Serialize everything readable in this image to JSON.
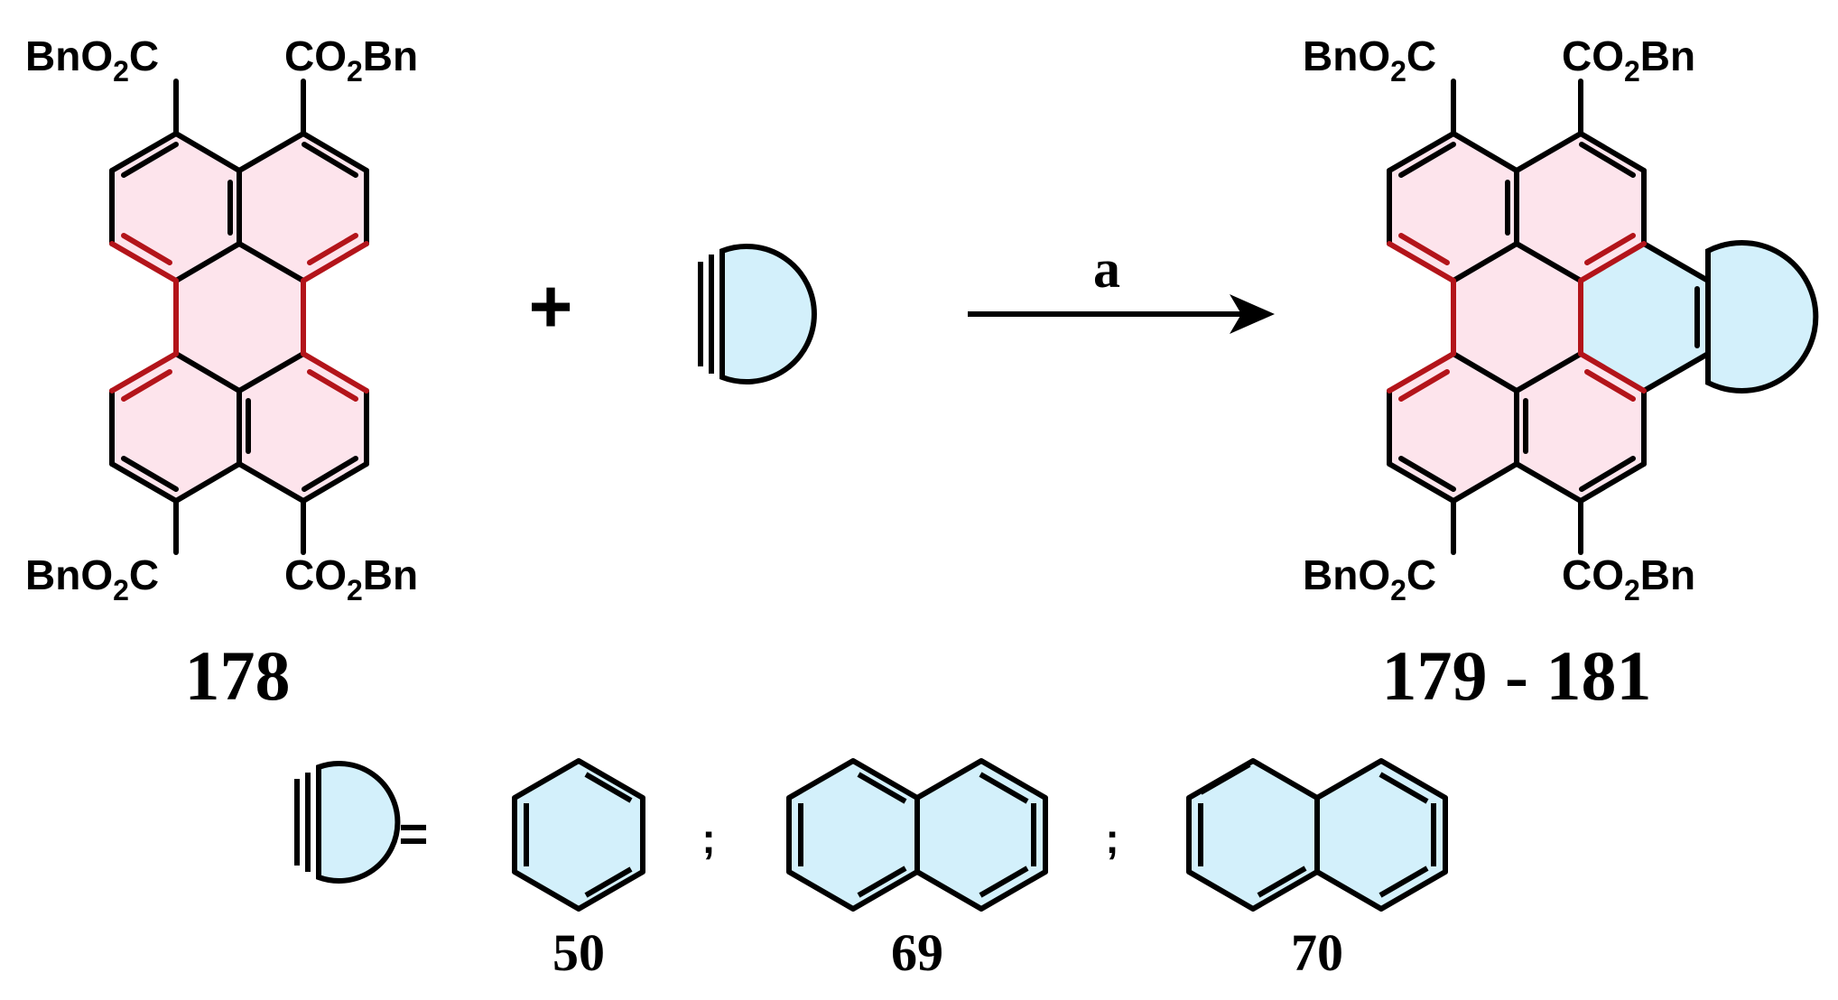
{
  "colors": {
    "perylene_fill": "#fde4ec",
    "perylene_bond": "#b3141a",
    "aryne_fill": "#d3f0fb",
    "bond": "#000000"
  },
  "reactant": {
    "substituents": [
      "BnO2C",
      "CO2Bn",
      "BnO2C",
      "CO2Bn"
    ],
    "label": "178"
  },
  "plus": "+",
  "reagent_label": "a",
  "product": {
    "substituents": [
      "BnO2C",
      "CO2Bn",
      "BnO2C",
      "CO2Bn"
    ],
    "label": "179 - 181"
  },
  "legend": {
    "equals": "=",
    "separator": ";",
    "labels": [
      "50",
      "69",
      "70"
    ],
    "aryne_icons": [
      "benzyne-icon",
      "2,3-naphthalyne-icon",
      "1,2-naphthalyne-icon"
    ]
  }
}
